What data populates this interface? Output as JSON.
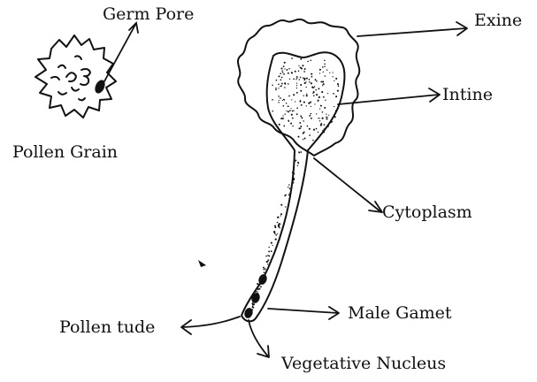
{
  "labels": {
    "germ_pore": "Germ Pore",
    "pollen_grain": "Pollen Grain",
    "exine": "Exine",
    "intine": "Intine",
    "cytoplasm": "Cytoplasm",
    "male_gamet": "Male Gamet",
    "pollen_tude": "Pollen tude",
    "vegetative_nucleus": "Vegetative Nucleus"
  },
  "colors": {
    "ink": "#111111",
    "background": "#ffffff"
  }
}
